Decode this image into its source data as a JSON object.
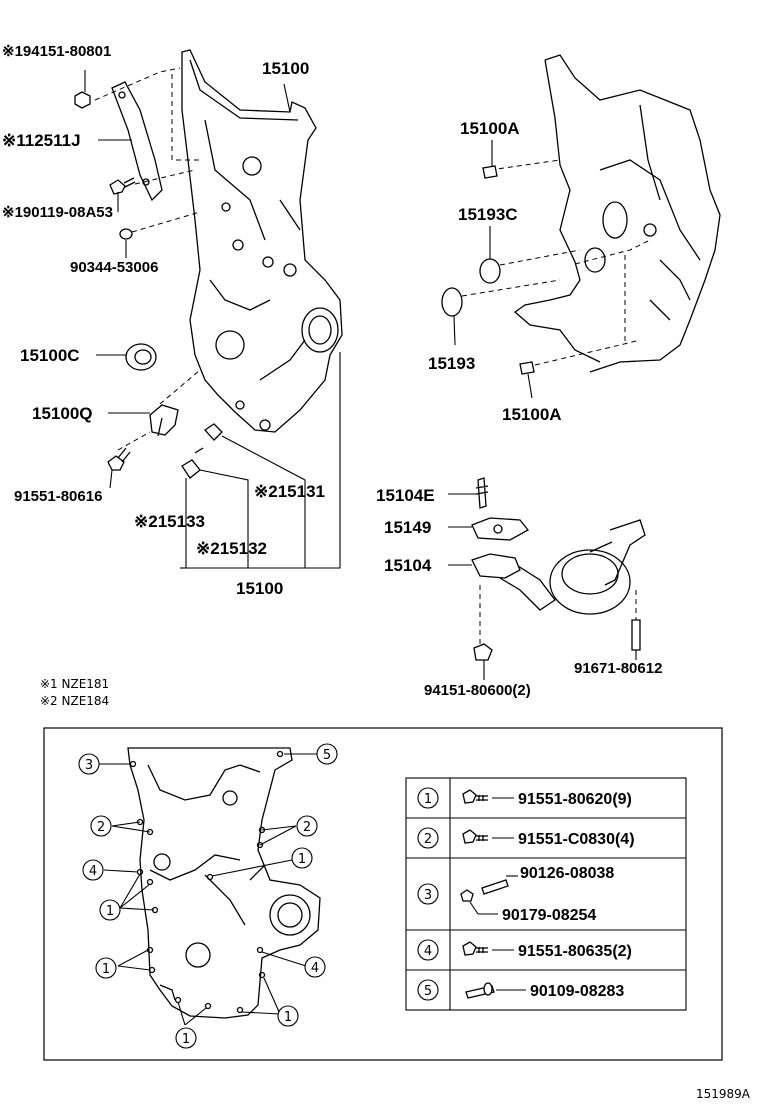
{
  "labels": {
    "p94151_80801": "※194151-80801",
    "p15100_top": "15100",
    "p12511J": "※112511J",
    "p90119": "※190119-08A53",
    "p90344": "90344-53006",
    "p15100C": "15100C",
    "p15100Q": "15100Q",
    "p91551_80616": "91551-80616",
    "p15131": "※215131",
    "p15133": "※215133",
    "p15132": "※215132",
    "p15100_bottom": "15100",
    "p15100A_top": "15100A",
    "p15193C": "15193C",
    "p15193": "15193",
    "p15100A_bottom": "15100A",
    "p15104E": "15104E",
    "p15149": "15149",
    "p15104": "15104",
    "p91671": "91671-80612",
    "p94151_80600": "94151-80600(2)"
  },
  "notes": {
    "note1": "※1 NZE181",
    "note2": "※2 NZE184"
  },
  "callouts": {
    "c1": "1",
    "c2": "2",
    "c3": "3",
    "c4": "4",
    "c5": "5"
  },
  "table": [
    {
      "key": "1",
      "part": "91551-80620(9)"
    },
    {
      "key": "2",
      "part": "91551-C0830(4)"
    },
    {
      "key": "3",
      "part_a": "90126-08038",
      "part_b": "90179-08254"
    },
    {
      "key": "4",
      "part": "91551-80635(2)"
    },
    {
      "key": "5",
      "part": "90109-08283"
    }
  ],
  "figure_id": "151989A"
}
